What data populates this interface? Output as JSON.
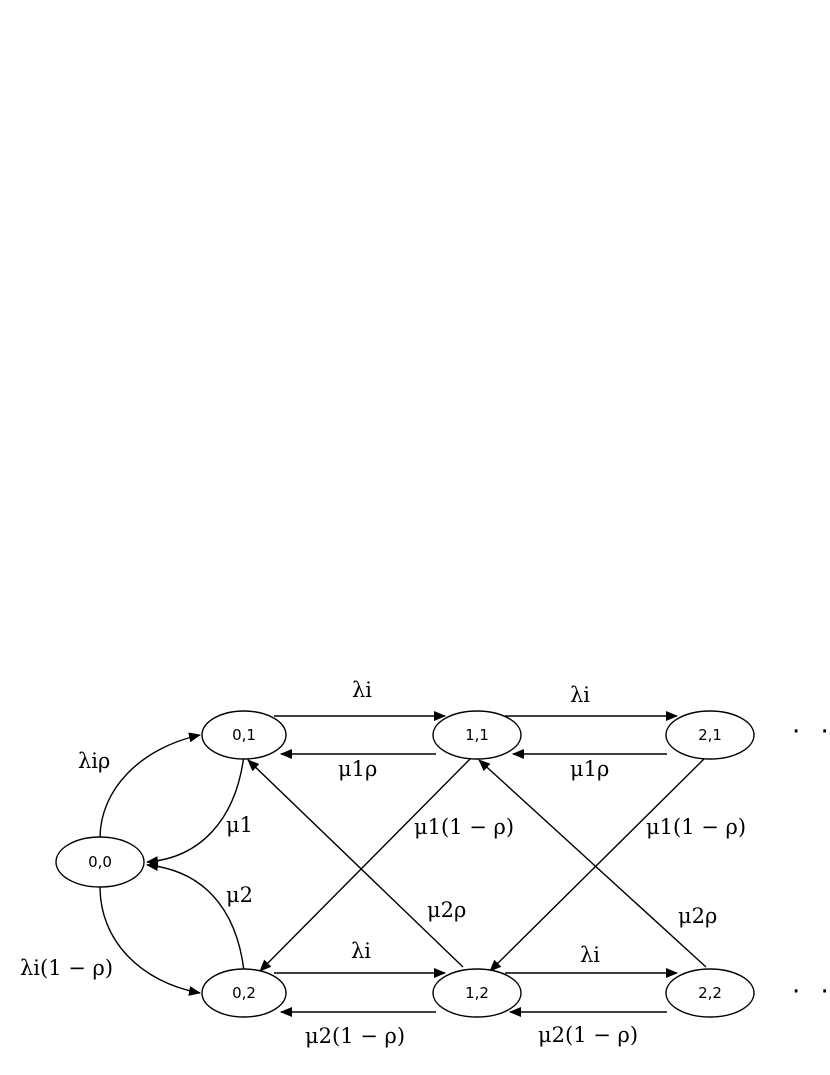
{
  "diagram": {
    "states": {
      "s00": "0,0",
      "s01": "0,1",
      "s11": "1,1",
      "s21": "2,1",
      "s02": "0,2",
      "s12": "1,2",
      "s22": "2,2"
    },
    "rates": {
      "lambda_rho": "λiρ",
      "lambda_one_minus_rho": "λi(1 − ρ)",
      "mu1": "μ1",
      "mu2": "μ2",
      "lambda_top_1": "λi",
      "lambda_top_2": "λi",
      "mu1rho_1": "μ1ρ",
      "mu1rho_2": "μ1ρ",
      "mu1_one_minus_rho_1": "μ1(1 − ρ)",
      "mu1_one_minus_rho_2": "μ1(1 − ρ)",
      "mu2rho_1": "μ2ρ",
      "mu2rho_2": "μ2ρ",
      "lambda_bottom_1": "λi",
      "lambda_bottom_2": "λi",
      "mu2_one_minus_rho_1": "μ2(1 − ρ)",
      "mu2_one_minus_rho_2": "μ2(1 − ρ)"
    },
    "continuation_top": "· ·",
    "continuation_bottom": "· ·"
  }
}
